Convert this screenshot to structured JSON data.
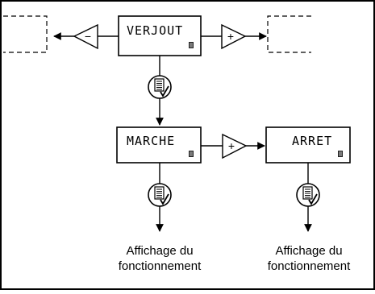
{
  "diagram": {
    "top_display": {
      "text": "VERJOUT"
    },
    "minus_button": {
      "symbol": "−"
    },
    "plus_button_top": {
      "symbol": "+"
    },
    "left_display": {
      "text": "MARCHE"
    },
    "plus_button_mid": {
      "symbol": "+"
    },
    "right_display": {
      "text": "ARRET"
    },
    "captions": {
      "left": {
        "line1": "Affichage du",
        "line2": "fonctionnement"
      },
      "right": {
        "line1": "Affichage du",
        "line2": "fonctionnement"
      }
    },
    "icons": [
      "validate-icon",
      "validate-icon",
      "validate-icon"
    ]
  }
}
